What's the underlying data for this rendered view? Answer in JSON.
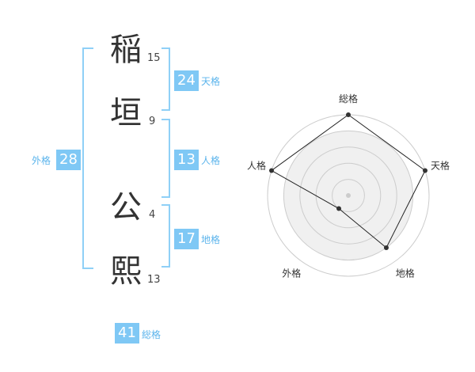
{
  "name": {
    "chars": [
      {
        "char": "稲",
        "strokes": "15"
      },
      {
        "char": "垣",
        "strokes": "9"
      },
      {
        "char": "公",
        "strokes": "4"
      },
      {
        "char": "熙",
        "strokes": "13"
      }
    ]
  },
  "fortunes": {
    "tenkaku": {
      "value": "24",
      "label": "天格"
    },
    "jinkaku": {
      "value": "13",
      "label": "人格"
    },
    "chikaku": {
      "value": "17",
      "label": "地格"
    },
    "gaikaku": {
      "value": "28",
      "label": "外格"
    },
    "soukaku": {
      "value": "41",
      "label": "総格"
    }
  },
  "chart_data": {
    "type": "radar",
    "axes": [
      "総格",
      "天格",
      "地格",
      "外格",
      "人格"
    ],
    "values": [
      5,
      5,
      4,
      1,
      5
    ],
    "max": 5,
    "grid": true,
    "colors": {
      "fill": "#f0f0f0",
      "line": "#222222",
      "grid": "#cccccc",
      "point": "#333333"
    }
  }
}
